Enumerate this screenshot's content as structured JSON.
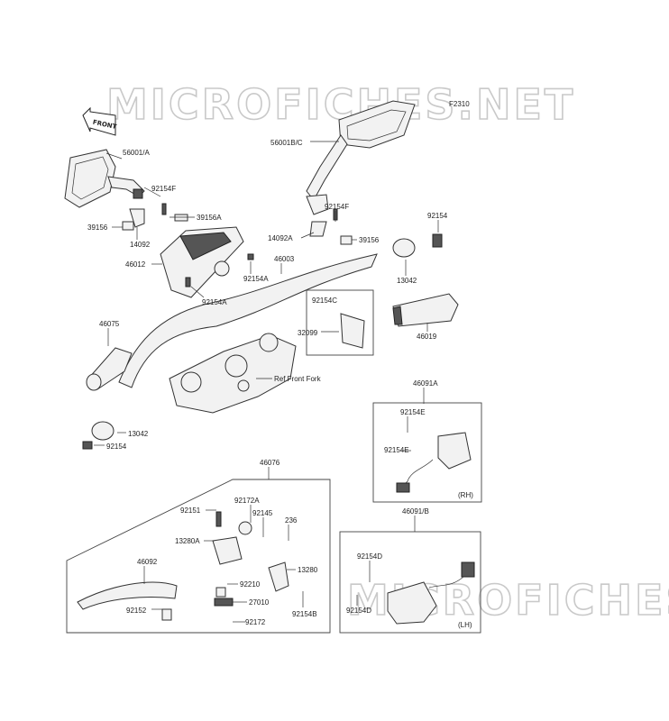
{
  "watermark": "MICROFICHES.NET",
  "figure_code": "F2310",
  "front_tag": "FRONT",
  "labels": {
    "p56001A": "56001/A",
    "p56001BC": "56001B/C",
    "p92154F_l": "92154F",
    "p92154F_r": "92154F",
    "p39156A": "39156A",
    "p39156_l": "39156",
    "p39156_r": "39156",
    "p14092": "14092",
    "p14092A": "14092A",
    "p46012": "46012",
    "p92154A_1": "92154A",
    "p92154A_2": "92154A",
    "p46003": "46003",
    "p92154_top": "92154",
    "p13042_top": "13042",
    "p92154C": "92154C",
    "p32099": "32099",
    "p46019": "46019",
    "p46075": "46075",
    "ref_front_fork": "Ref.Front Fork",
    "p13042_bot": "13042",
    "p92154_bot": "92154",
    "p46091A": "46091A",
    "p92154E_1": "92154E",
    "p92154E_2": "92154E",
    "rh": "(RH)",
    "p46076": "46076",
    "p92172A": "92172A",
    "p92151": "92151",
    "p92145": "92145",
    "p236": "236",
    "p13280A": "13280A",
    "p46092": "46092",
    "p13280": "13280",
    "p92210": "92210",
    "p27010": "27010",
    "p92152": "92152",
    "p92172": "92172",
    "p92154B": "92154B",
    "p46091B": "46091/B",
    "p92154D_1": "92154D",
    "p92154D_2": "92154D",
    "lh": "(LH)"
  }
}
